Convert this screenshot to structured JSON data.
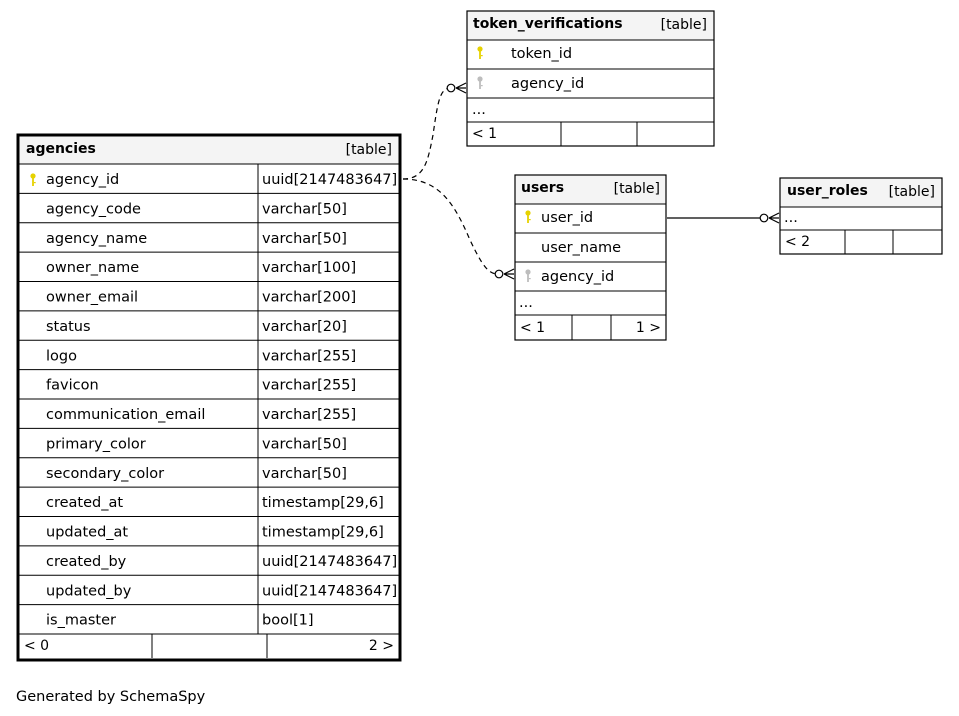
{
  "tables": {
    "agencies": {
      "name": "agencies",
      "kind": "[table]",
      "columns": [
        {
          "name": "agency_id",
          "type": "uuid[2147483647]",
          "key": "primary"
        },
        {
          "name": "agency_code",
          "type": "varchar[50]",
          "key": ""
        },
        {
          "name": "agency_name",
          "type": "varchar[50]",
          "key": ""
        },
        {
          "name": "owner_name",
          "type": "varchar[100]",
          "key": ""
        },
        {
          "name": "owner_email",
          "type": "varchar[200]",
          "key": ""
        },
        {
          "name": "status",
          "type": "varchar[20]",
          "key": ""
        },
        {
          "name": "logo",
          "type": "varchar[255]",
          "key": ""
        },
        {
          "name": "favicon",
          "type": "varchar[255]",
          "key": ""
        },
        {
          "name": "communication_email",
          "type": "varchar[255]",
          "key": ""
        },
        {
          "name": "primary_color",
          "type": "varchar[50]",
          "key": ""
        },
        {
          "name": "secondary_color",
          "type": "varchar[50]",
          "key": ""
        },
        {
          "name": "created_at",
          "type": "timestamp[29,6]",
          "key": ""
        },
        {
          "name": "updated_at",
          "type": "timestamp[29,6]",
          "key": ""
        },
        {
          "name": "created_by",
          "type": "uuid[2147483647]",
          "key": ""
        },
        {
          "name": "updated_by",
          "type": "uuid[2147483647]",
          "key": ""
        },
        {
          "name": "is_master",
          "type": "bool[1]",
          "key": ""
        }
      ],
      "footer_left": "< 0",
      "footer_right": "2 >"
    },
    "token_verifications": {
      "name": "token_verifications",
      "kind": "[table]",
      "columns": [
        {
          "name": "token_id",
          "key": "primary"
        },
        {
          "name": "agency_id",
          "key": "foreign"
        }
      ],
      "ellipsis": "...",
      "footer_left": "< 1",
      "footer_right": ""
    },
    "users": {
      "name": "users",
      "kind": "[table]",
      "columns": [
        {
          "name": "user_id",
          "key": "primary"
        },
        {
          "name": "user_name",
          "key": ""
        },
        {
          "name": "agency_id",
          "key": "foreign"
        }
      ],
      "ellipsis": "...",
      "footer_left": "< 1",
      "footer_right": "1 >"
    },
    "user_roles": {
      "name": "user_roles",
      "kind": "[table]",
      "ellipsis": "...",
      "footer_left": "< 2",
      "footer_right": ""
    }
  },
  "relationships": [
    {
      "from": "agencies.agency_id",
      "to": "token_verifications.agency_id",
      "style": "dashed"
    },
    {
      "from": "agencies.agency_id",
      "to": "users.agency_id",
      "style": "dashed"
    },
    {
      "from": "users.user_id",
      "to": "user_roles",
      "style": "solid"
    }
  ],
  "colors": {
    "primary_key": "#e6d200",
    "foreign_key": "#bdbdbd",
    "header_bg": "#f4f4f4"
  },
  "footer_text": "Generated by SchemaSpy"
}
